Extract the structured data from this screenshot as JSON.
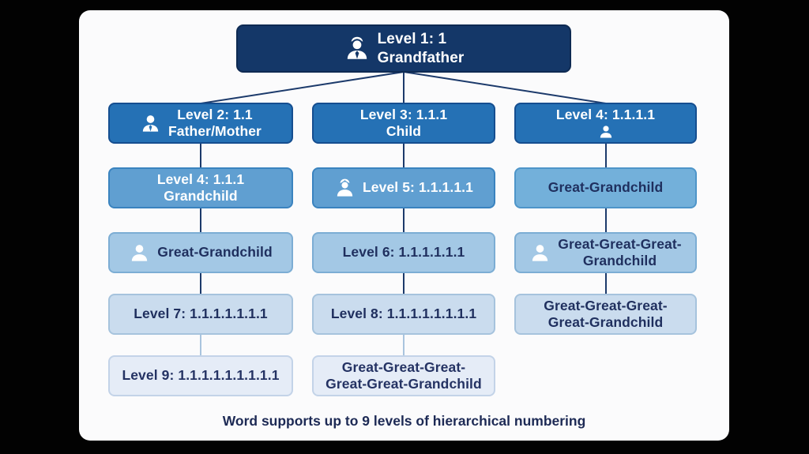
{
  "caption": "Word supports up to 9 levels of hierarchical numbering",
  "colors": {
    "page_background": "#020202",
    "card_background": "#fbfbfc",
    "level1_fill": "#143768",
    "level2_fill": "#2571b5",
    "level3_fill": "#609fd1",
    "level4_fill": "#a3c8e5",
    "level5_fill": "#cadcee",
    "level6_fill": "#e5ecf7",
    "connector_dark": "#1c3a6b",
    "connector_light": "#a9c4de",
    "text_light": "#ffffff",
    "text_dark": "#1f2f5e"
  },
  "root": {
    "name": "level-1",
    "lines": [
      "Level 1: 1",
      "Grandfather"
    ],
    "icon": "person-tie-hat-icon",
    "tier": "1"
  },
  "columns": [
    {
      "name": "left",
      "boxes": [
        {
          "name": "level-2",
          "lines": [
            "Level 2: 1.1",
            "Father/Mother"
          ],
          "icon": "person-tie-icon",
          "icon_pos": "left",
          "tier": "2"
        },
        {
          "name": "level-4-grandchild",
          "lines": [
            "Level 4: 1.1.1",
            "Grandchild"
          ],
          "tier": "3"
        },
        {
          "name": "great-grandchild-left",
          "lines": [
            "Great-Grandchild"
          ],
          "icon": "person-icon",
          "icon_pos": "left",
          "tier": "4"
        },
        {
          "name": "level-7",
          "lines": [
            "Level 7: 1.1.1.1.1.1.1"
          ],
          "tier": "5"
        },
        {
          "name": "level-9",
          "lines": [
            "Level 9: 1.1.1.1.1.1.1.1.1"
          ],
          "tier": "6"
        }
      ]
    },
    {
      "name": "middle",
      "boxes": [
        {
          "name": "level-3",
          "lines": [
            "Level 3: 1.1.1",
            "Child"
          ],
          "tier": "2"
        },
        {
          "name": "level-5",
          "lines": [
            "Level 5: 1.1.1.1.1"
          ],
          "icon": "person-hair-icon",
          "icon_pos": "left",
          "tier": "3"
        },
        {
          "name": "level-6",
          "lines": [
            "Level 6: 1.1.1.1.1.1"
          ],
          "tier": "4"
        },
        {
          "name": "level-8",
          "lines": [
            "Level 8: 1.1.1.1.1.1.1.1"
          ],
          "tier": "5"
        },
        {
          "name": "great5-grandchild",
          "lines": [
            "Great-Great-Great-",
            "Great-Great-Grandchild"
          ],
          "tier": "6"
        }
      ]
    },
    {
      "name": "right",
      "boxes": [
        {
          "name": "level-4",
          "lines": [
            "Level 4: 1.1.1.1"
          ],
          "icon": "person-icon",
          "icon_pos": "below",
          "tier": "2"
        },
        {
          "name": "great-grandchild-right",
          "lines": [
            "Great-Grandchild"
          ],
          "tier": "3r"
        },
        {
          "name": "great3-grandchild",
          "lines": [
            "Great-Great-Great-",
            "Grandchild"
          ],
          "icon": "person-icon",
          "icon_pos": "left",
          "tier": "4"
        },
        {
          "name": "great4-grandchild",
          "lines": [
            "Great-Great-Great-",
            "Great-Grandchild"
          ],
          "tier": "5"
        }
      ]
    }
  ]
}
